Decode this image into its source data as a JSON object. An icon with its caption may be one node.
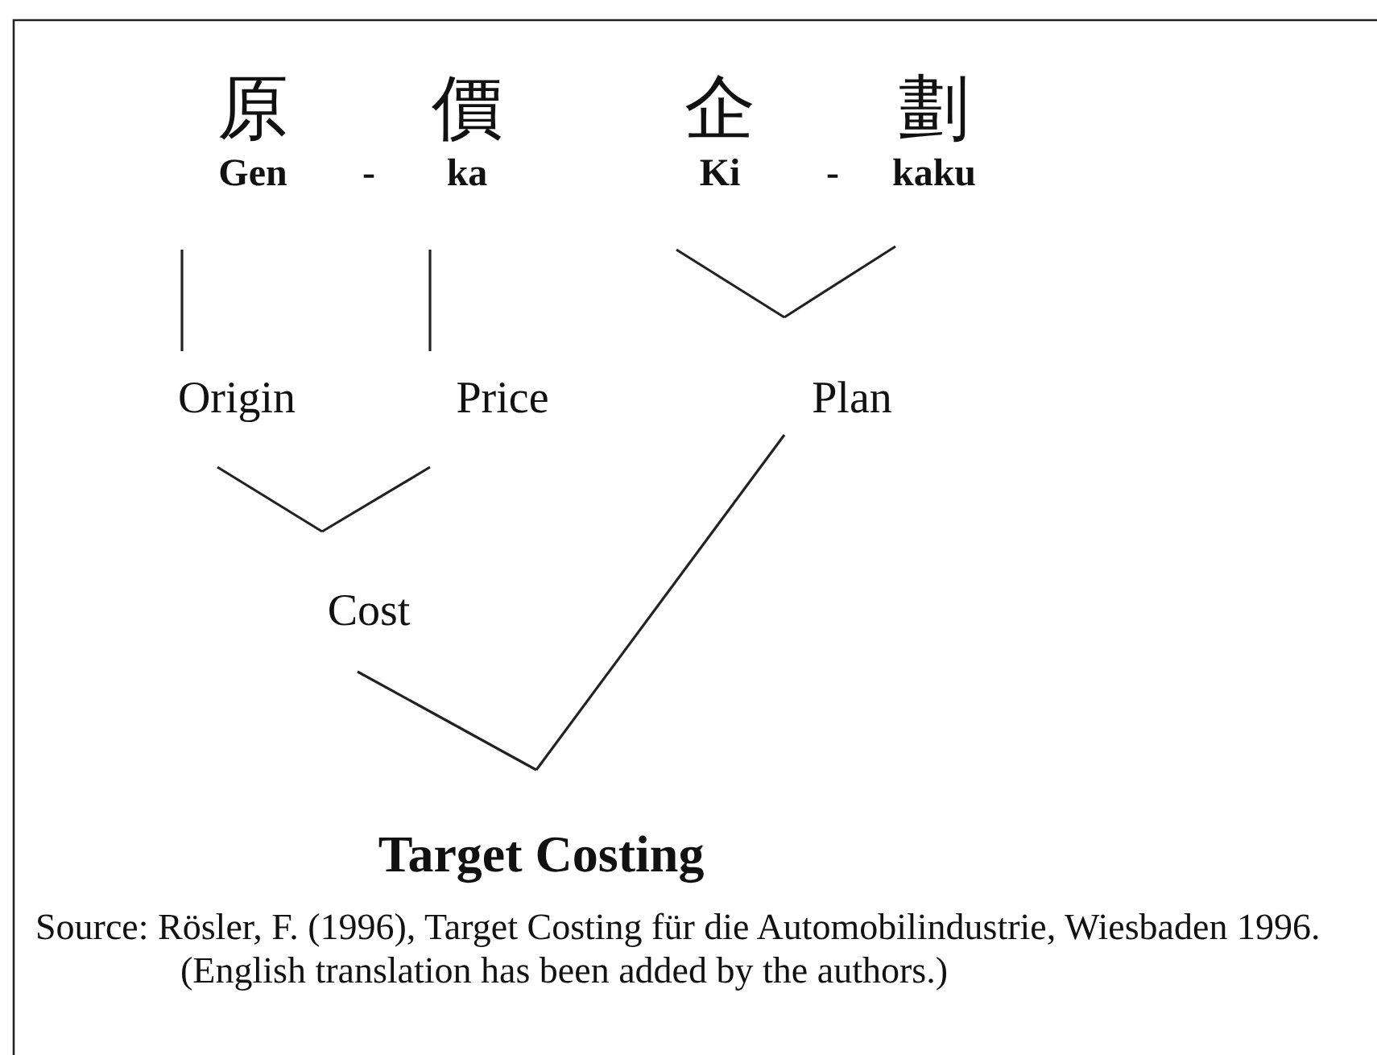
{
  "diagram": {
    "nodes": [
      {
        "text": [
          "原",
          "Gen"
        ]
      },
      {
        "text": [
          "價",
          "ka"
        ]
      },
      {
        "text": [
          "企",
          "Ki"
        ]
      },
      {
        "text": [
          "劃",
          "kaku"
        ]
      },
      {
        "text": [
          "Origin"
        ]
      },
      {
        "text": [
          "Price"
        ]
      },
      {
        "text": [
          "Plan"
        ]
      },
      {
        "text": [
          "Cost"
        ]
      },
      {
        "text": [
          "Target Costing"
        ]
      }
    ],
    "edges": [
      {
        "from": 0,
        "to": 4,
        "arrow": "none"
      },
      {
        "from": 1,
        "to": 5,
        "arrow": "none"
      },
      {
        "from": 2,
        "to": 6,
        "arrow": "none"
      },
      {
        "from": 3,
        "to": 6,
        "arrow": "none"
      },
      {
        "from": 4,
        "to": 7,
        "arrow": "none"
      },
      {
        "from": 5,
        "to": 7,
        "arrow": "none"
      },
      {
        "from": 7,
        "to": 8,
        "arrow": "none"
      },
      {
        "from": 6,
        "to": 8,
        "arrow": "none"
      }
    ],
    "labels": [
      "-",
      "-"
    ],
    "caption": "Source: Rösler, F. (1996), Target Costing für die Automobilindustrie, Wiesbaden 1996. (English translation has been added by the authors.)"
  }
}
